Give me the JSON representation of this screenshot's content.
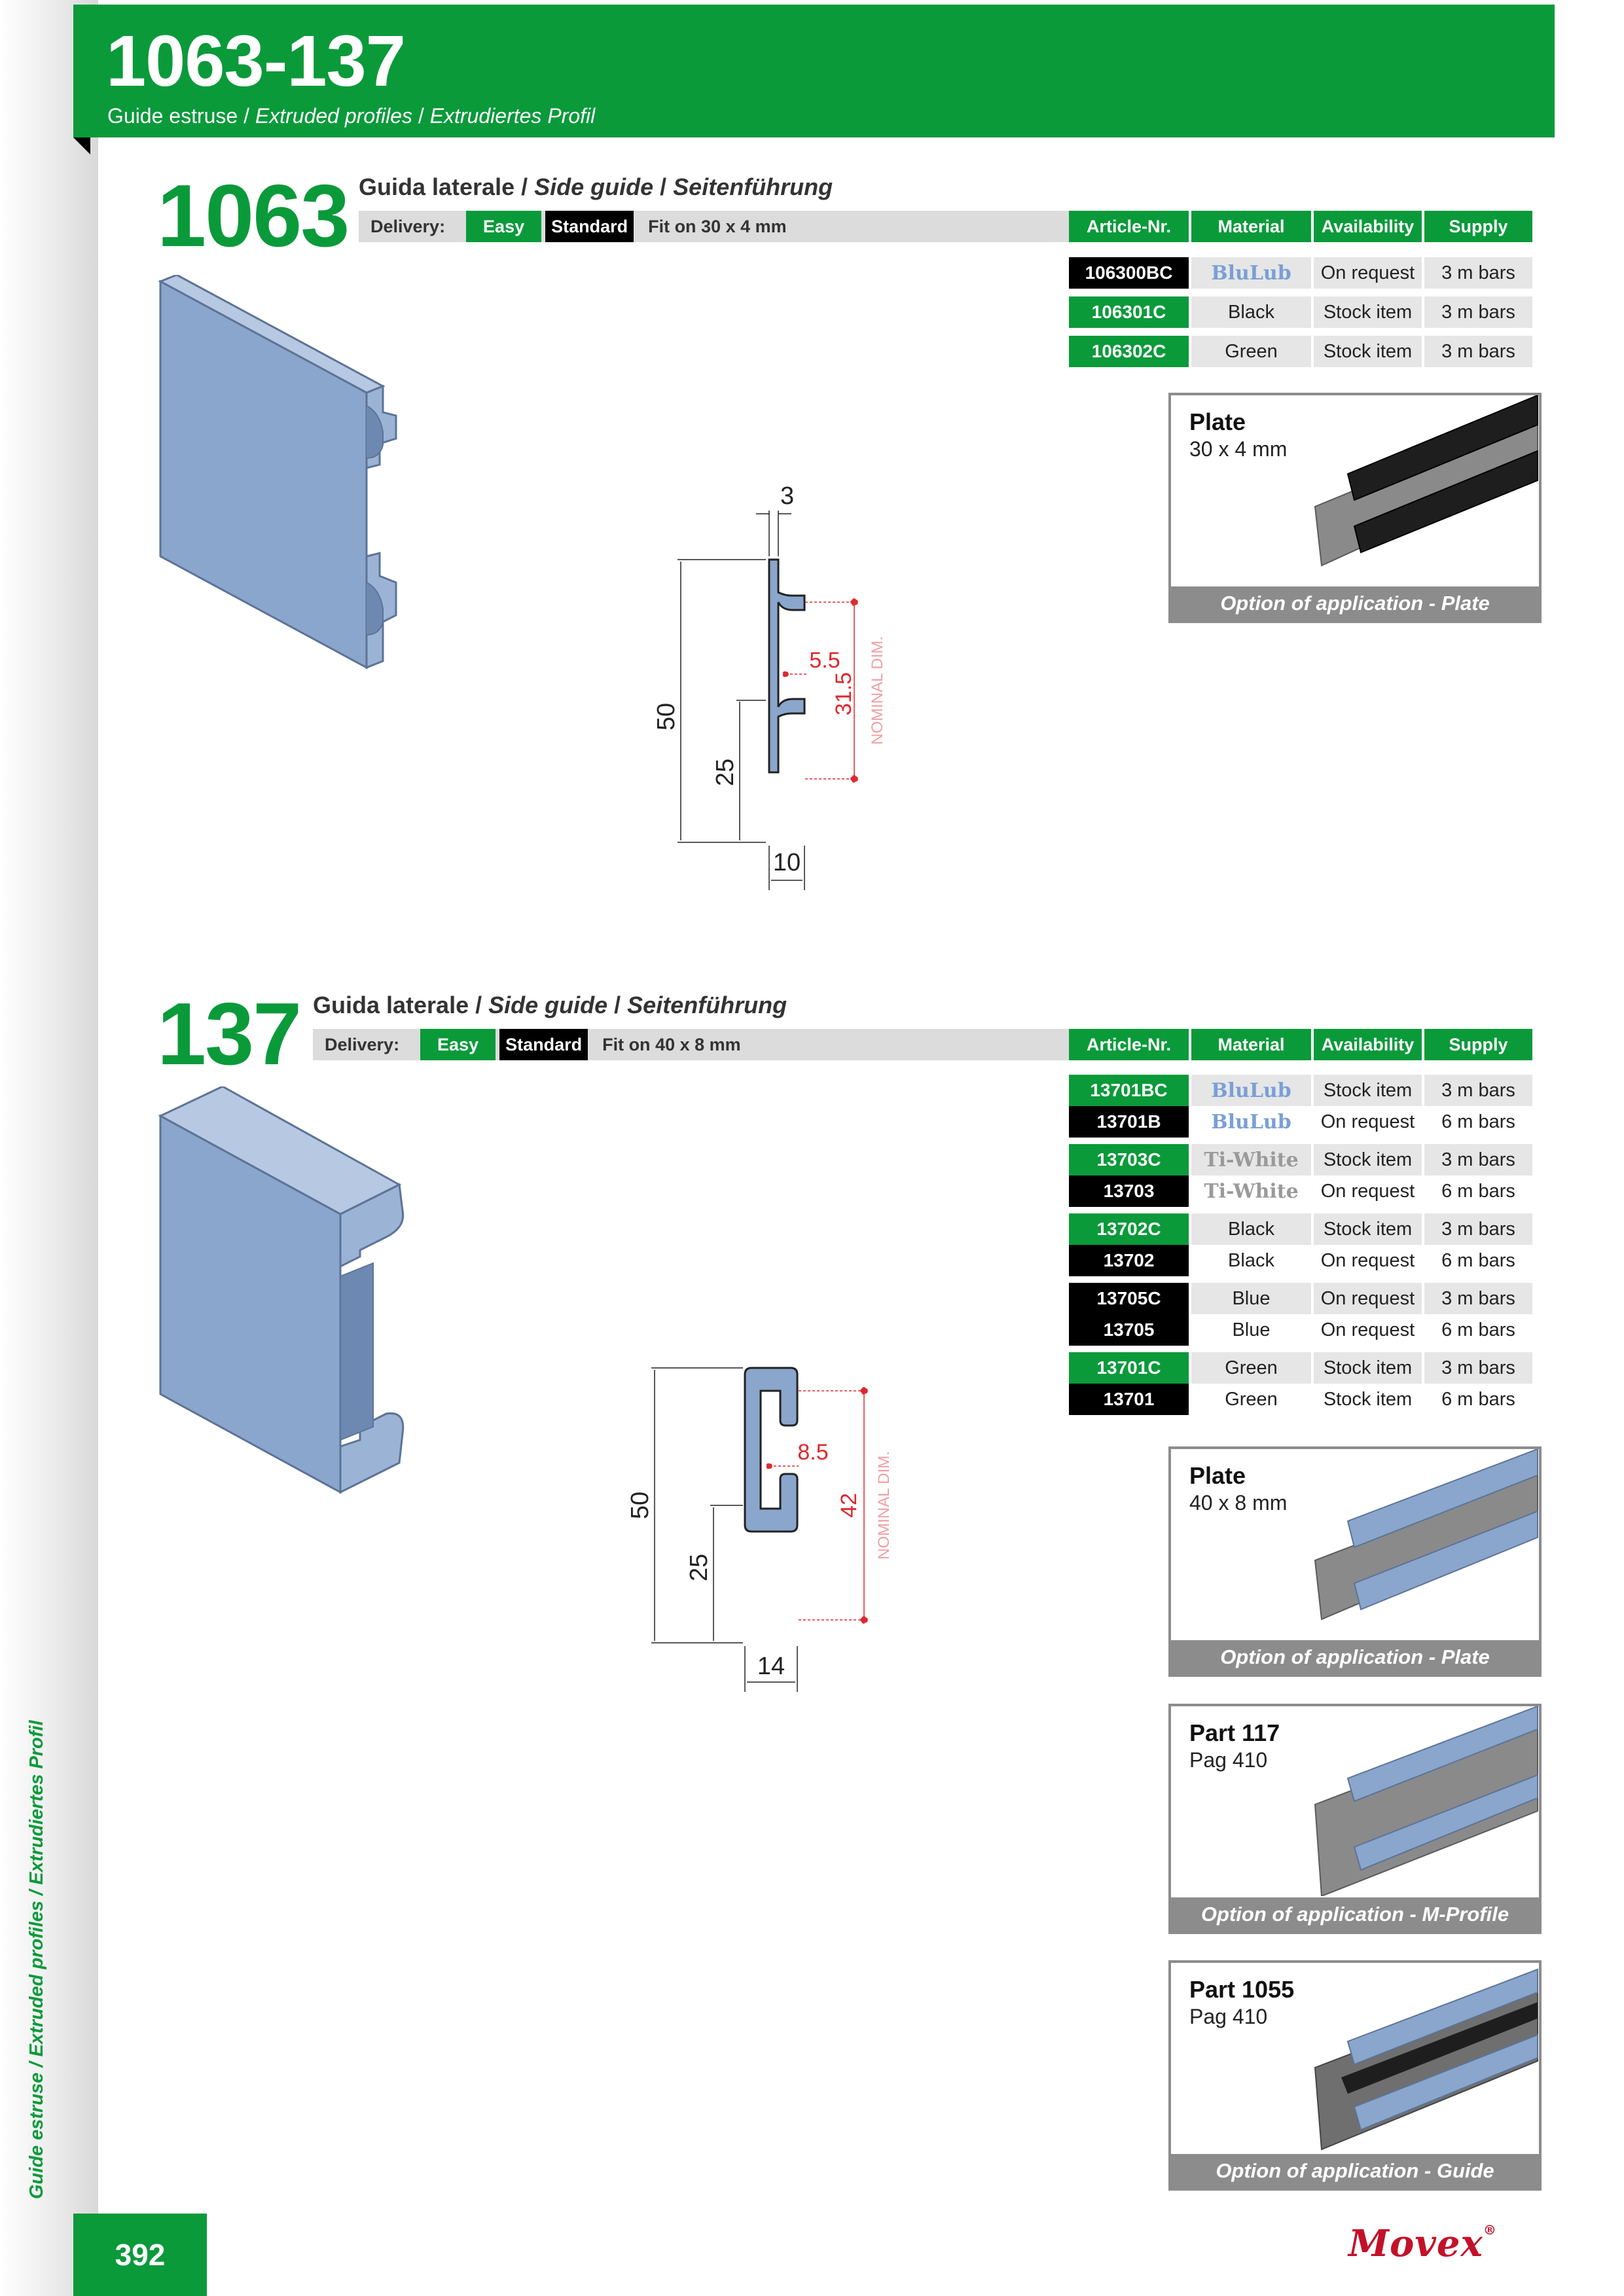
{
  "header": {
    "title": "1063-137",
    "subtitle_it": "Guide estruse",
    "subtitle_en": "Extruded profiles",
    "subtitle_de": "Extrudiertes Profil"
  },
  "sidebar": {
    "text": "Guide estruse / Extruded profiles / Extrudiertes Profil"
  },
  "page_number": "392",
  "brand": "Movex",
  "brand_mark": "®",
  "table_headers": [
    "Article-Nr.",
    "Material",
    "Availability",
    "Supply"
  ],
  "sections": [
    {
      "number": "1063",
      "title_it": "Guida laterale",
      "title_en": "Side guide",
      "title_de": "Seitenführung",
      "delivery_label": "Delivery:",
      "easy_label": "Easy",
      "standard_label": "Standard",
      "fit": "Fit on 30 x 4 mm",
      "rows": [
        {
          "article": "106300BC",
          "article_color": "black",
          "material": "BluLub",
          "availability": "On request",
          "supply": "3 m bars"
        },
        {
          "article": "106301C",
          "article_color": "green",
          "material": "Black",
          "availability": "Stock item",
          "supply": "3 m bars"
        },
        {
          "article": "106302C",
          "article_color": "green",
          "material": "Green",
          "availability": "Stock item",
          "supply": "3 m bars"
        }
      ],
      "dimensions": {
        "top": "3",
        "height": "50",
        "mid": "25",
        "slot": "5.5",
        "nominal": "31.5",
        "nominal_label": "NOMINAL DIM.",
        "width": "10"
      },
      "applications": [
        {
          "title": "Plate",
          "subtitle": "30 x 4 mm",
          "caption": "Option of application - Plate"
        }
      ]
    },
    {
      "number": "137",
      "title_it": "Guida laterale",
      "title_en": "Side guide",
      "title_de": "Seitenführung",
      "delivery_label": "Delivery:",
      "easy_label": "Easy",
      "standard_label": "Standard",
      "fit": "Fit on 40 x 8 mm",
      "rows": [
        {
          "article": "13701BC",
          "article_color": "green",
          "material": "BluLub",
          "availability": "Stock item",
          "supply": "3 m bars"
        },
        {
          "article": "13701B",
          "article_color": "black",
          "material": "BluLub",
          "availability": "On request",
          "supply": "6 m bars"
        },
        {
          "article": "13703C",
          "article_color": "green",
          "material": "Ti-White",
          "availability": "Stock item",
          "supply": "3 m bars"
        },
        {
          "article": "13703",
          "article_color": "black",
          "material": "Ti-White",
          "availability": "On request",
          "supply": "6 m bars"
        },
        {
          "article": "13702C",
          "article_color": "green",
          "material": "Black",
          "availability": "Stock item",
          "supply": "3 m bars"
        },
        {
          "article": "13702",
          "article_color": "black",
          "material": "Black",
          "availability": "On request",
          "supply": "6 m bars"
        },
        {
          "article": "13705C",
          "article_color": "black",
          "material": "Blue",
          "availability": "On request",
          "supply": "3 m bars"
        },
        {
          "article": "13705",
          "article_color": "black",
          "material": "Blue",
          "availability": "On request",
          "supply": "6 m bars"
        },
        {
          "article": "13701C",
          "article_color": "green",
          "material": "Green",
          "availability": "Stock item",
          "supply": "3 m bars"
        },
        {
          "article": "13701",
          "article_color": "black",
          "material": "Green",
          "availability": "Stock item",
          "supply": "6 m bars"
        }
      ],
      "dimensions": {
        "height": "50",
        "mid": "25",
        "slot": "8.5",
        "nominal": "42",
        "nominal_label": "NOMINAL DIM.",
        "width": "14"
      },
      "applications": [
        {
          "title": "Plate",
          "subtitle": "40 x 8 mm",
          "caption": "Option of application - Plate"
        },
        {
          "title": "Part 117",
          "subtitle": "Pag 410",
          "caption": "Option of application - M-Profile"
        },
        {
          "title": "Part 1055",
          "subtitle": "Pag 410",
          "caption": "Option of application - Guide"
        }
      ]
    }
  ],
  "colors": {
    "green": "#0a9a3a",
    "black": "#000000",
    "grey": "#8c8c8c",
    "profile_blue": "#8aa6cc",
    "dimension_red": "#e0282e",
    "brand_red": "#c2122a"
  }
}
